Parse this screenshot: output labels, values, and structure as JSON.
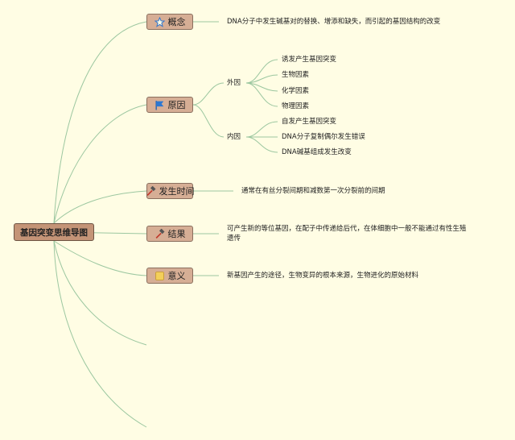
{
  "root": {
    "label": "基因突变思维导图"
  },
  "branches": [
    {
      "label": "概念",
      "icon": "star-icon",
      "detail": "DNA分子中发生碱基对的替换、增添和缺失，而引起的基因结构的改变"
    },
    {
      "label": "原因",
      "icon": "flag-icon",
      "groups": [
        {
          "label": "外因",
          "items": [
            "诱发产生基因突变",
            "生物因素",
            "化学因素",
            "物理因素"
          ]
        },
        {
          "label": "内因",
          "items": [
            "自发产生基因突变",
            "DNA分子复制偶尔发生错误",
            "DNA碱基组成发生改变"
          ]
        }
      ]
    },
    {
      "label": "发生时间",
      "icon": "hammer-icon",
      "detail": "通常在有丝分裂间期和减数第一次分裂前的间期"
    },
    {
      "label": "结果",
      "icon": "hammer-icon",
      "detail": "可产生新的等位基因，在配子中传递给后代，在体细胞中一般不能通过有性生殖遗传"
    },
    {
      "label": "意义",
      "icon": "note-icon",
      "detail": "新基因产生的途径，生物变异的根本来源，生物进化的原始材料"
    }
  ],
  "colors": {
    "line": "#9cc7a0",
    "node": "#d6ae95",
    "root": "#c49477",
    "background": "#fffde4"
  }
}
